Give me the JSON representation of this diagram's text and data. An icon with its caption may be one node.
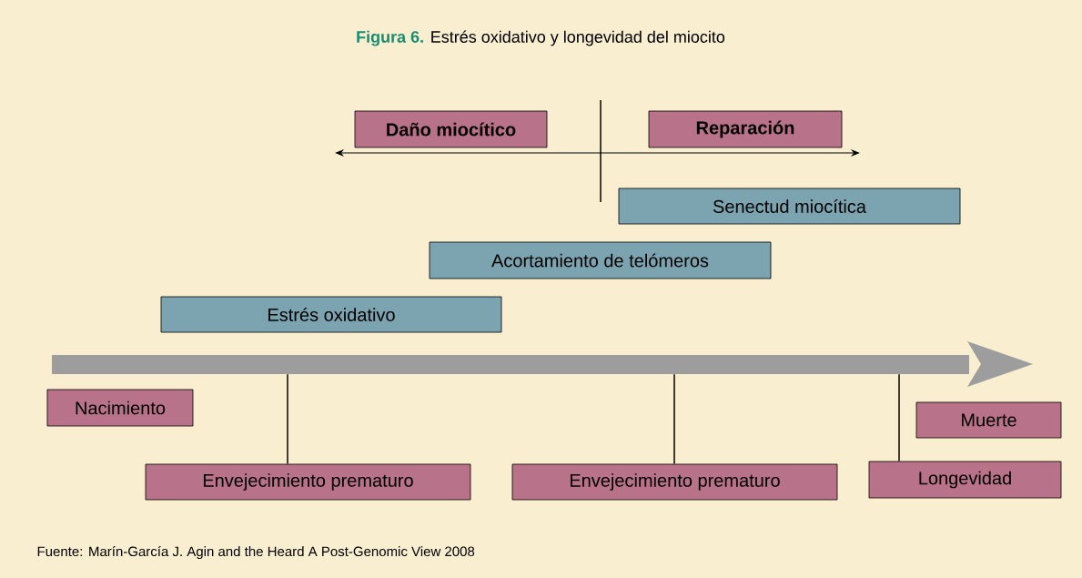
{
  "diagram": {
    "title": "**Figura 6.** Estrés oxidativo y longevidad del miocito",
    "caption": "Fuente: Marín-García J. Agin and the Heard A Post-Genomic View 2008",
    "nodes": [
      {
        "text": [
          "Daño miocítico"
        ]
      },
      {
        "text": [
          "Reparación"
        ]
      },
      {
        "text": [
          "Senectud miocítica"
        ]
      },
      {
        "text": [
          "Acortamiento de telómeros"
        ]
      },
      {
        "text": [
          "Estrés oxidativo"
        ]
      },
      {
        "text": [],
        "shape": "bar"
      },
      {
        "text": [
          "Nacimiento"
        ]
      },
      {
        "text": [
          "Muerte"
        ]
      },
      {
        "text": [
          "Envejecimiento prematuro"
        ]
      },
      {
        "text": [
          "Envejecimiento prematuro"
        ]
      },
      {
        "text": [
          "Longevidad"
        ]
      }
    ],
    "edges": [
      {
        "from": 5,
        "to": 8,
        "arrow": "none"
      },
      {
        "from": 5,
        "to": 9,
        "arrow": "none"
      },
      {
        "from": 5,
        "to": 10,
        "arrow": "none"
      }
    ]
  }
}
